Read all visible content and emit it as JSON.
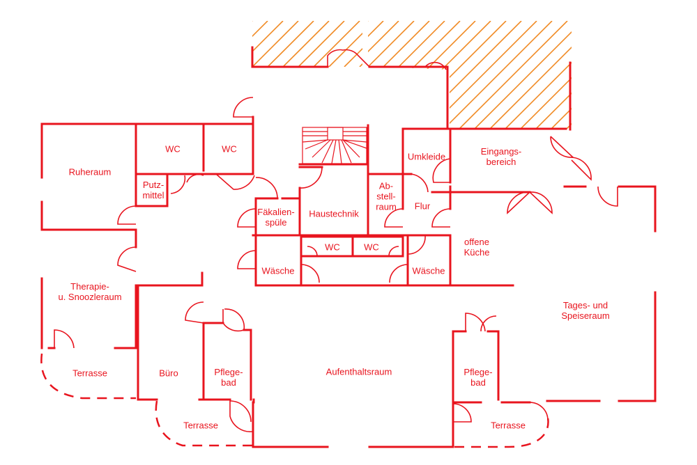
{
  "plan": {
    "colors": {
      "walls": "#e8141e",
      "hatch": "#f08a24",
      "background": "#ffffff"
    },
    "rooms": {
      "ruheraum": "Ruheraum",
      "wc_1": "WC",
      "wc_2": "WC",
      "putzmittel": "Putz-\nmittel",
      "faekalienspuele": "Fäkalien-\nspüle",
      "haustechnik": "Haustechnik",
      "abstellraum": "Ab-\nstell-\nraum",
      "umkleide": "Umkleide",
      "eingangsbereich": "Eingangs-\nbereich",
      "flur": "Flur",
      "wc_3": "WC",
      "wc_4": "WC",
      "waesche_1": "Wäsche",
      "waesche_2": "Wäsche",
      "offene_kueche": "offene\nKüche",
      "therapieraum": "Therapie-\nu. Snoozleraum",
      "tages_speiseraum": "Tages- und\nSpeiseraum",
      "terrasse_1": "Terrasse",
      "buero": "Büro",
      "pflegebad_1": "Pflege-\nbad",
      "aufenthaltsraum": "Aufenthaltsraum",
      "pflegebad_2": "Pflege-\nbad",
      "terrasse_2": "Terrasse",
      "terrasse_3": "Terrasse"
    }
  }
}
